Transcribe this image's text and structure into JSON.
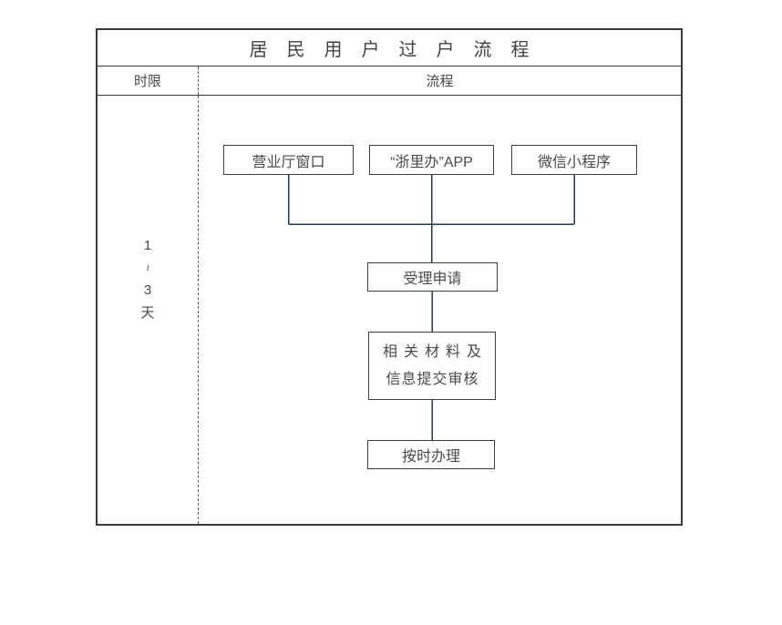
{
  "colors": {
    "background": "#ffffff",
    "table_border": "#3a3a3a",
    "node_border": "#3f3f3f",
    "text": "#4a4a4a",
    "connector_line": "#1f3a5a",
    "divider_dashed": "#5a5a5a"
  },
  "table": {
    "title": "居民用户过户流程",
    "header": {
      "time_column": "时限",
      "process_column": "流程"
    }
  },
  "time_limit": {
    "parts": [
      "1",
      "~",
      "3",
      "天"
    ]
  },
  "flow": {
    "channels": [
      {
        "label": "营业厅窗口"
      },
      {
        "label": "“浙里办”APP"
      },
      {
        "label": "微信小程序"
      }
    ],
    "steps": [
      {
        "label": "受理申请"
      },
      {
        "label_line1": "相关材料及",
        "label_line2": "信息提交审核"
      },
      {
        "label": "按时办理"
      }
    ]
  }
}
